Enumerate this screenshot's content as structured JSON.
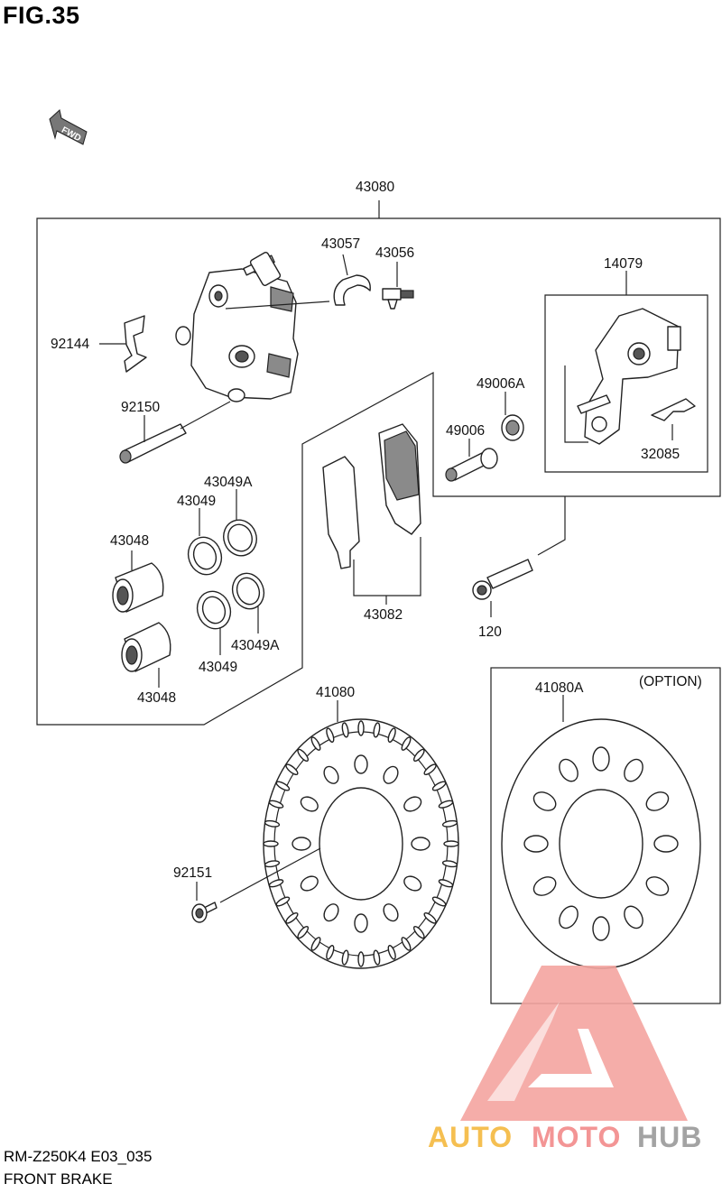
{
  "figure": {
    "title": "FIG.35",
    "model_code": "RM-Z250K4 E03_035",
    "caption": "FRONT BRAKE",
    "fwd_label": "FWD",
    "option_label": "(OPTION)"
  },
  "parts": {
    "p43080": "43080",
    "p43057": "43057",
    "p43056": "43056",
    "p14079": "14079",
    "p92144": "92144",
    "p49006A": "49006A",
    "p49006": "49006",
    "p32085": "32085",
    "p92150": "92150",
    "p43049A_top": "43049A",
    "p43049_top": "43049",
    "p43048_top": "43048",
    "p43082": "43082",
    "p120": "120",
    "p43049A_bottom": "43049A",
    "p43049_bottom": "43049",
    "p43048_bottom": "43048",
    "p41080": "41080",
    "p41080A": "41080A",
    "p92151": "92151"
  },
  "watermark": {
    "brand_part1": "AUTO",
    "brand_part2": "MOTO",
    "brand_part3": "HUB",
    "colors": {
      "orange": "#f4b93f",
      "red": "#f28a8a",
      "gray": "#9a9a9a"
    }
  }
}
